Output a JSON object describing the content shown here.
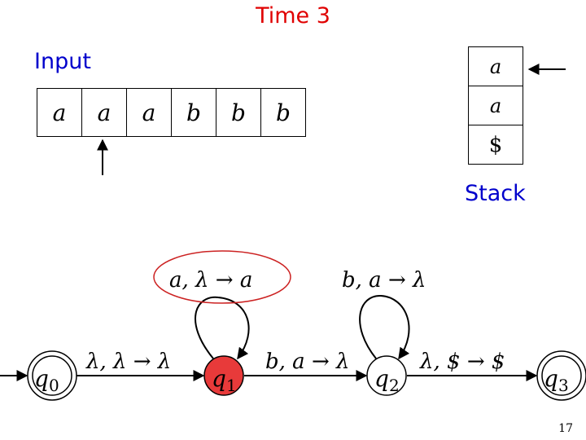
{
  "title": "Time 3",
  "input_label": "Input",
  "stack_label": "Stack",
  "tape": [
    "a",
    "a",
    "a",
    "b",
    "b",
    "b"
  ],
  "stack": [
    "a",
    "a",
    "$"
  ],
  "states": [
    "q0",
    "q1",
    "q2",
    "q3"
  ],
  "transitions": {
    "q0_q1": "λ, λ → λ",
    "q1_loop": "a, λ → a",
    "q1_q2": "b, a → λ",
    "q2_loop": "b, a → λ",
    "q2_q3": "λ, $ → $"
  },
  "colors": {
    "title": "#e00000",
    "labels": "#0000cc",
    "active_state": "#e83a3a",
    "highlight": "#cc2222"
  },
  "page_number": "17"
}
